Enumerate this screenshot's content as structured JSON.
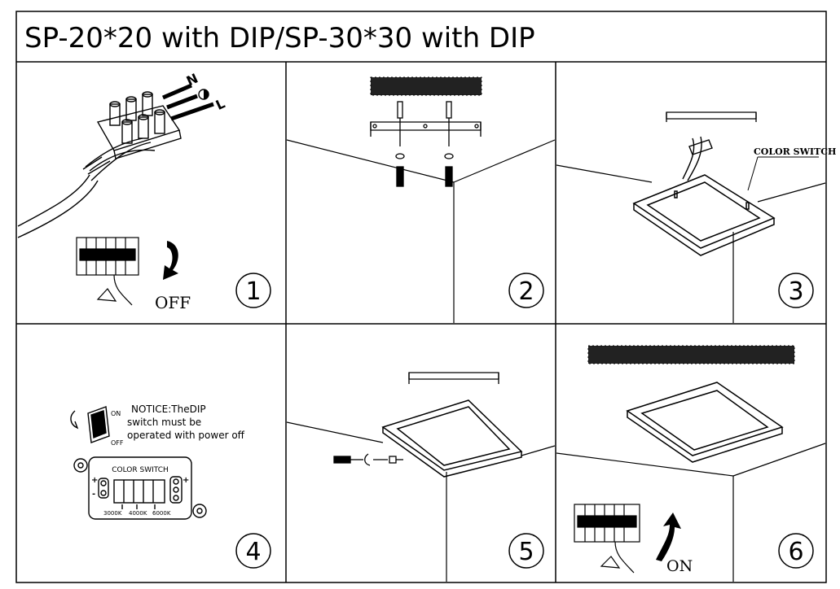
{
  "title": "SP-20*20 with DIP/SP-30*30 with DIP",
  "panels": [
    {
      "number": "1",
      "labels": {
        "wire_n": "N",
        "wire_l": "L",
        "action": "OFF"
      }
    },
    {
      "number": "2"
    },
    {
      "number": "3",
      "labels": {
        "callout": "COLOR SWITCH"
      }
    },
    {
      "number": "4",
      "labels": {
        "notice_line1": "NOTICE:TheDIP",
        "notice_line2": "switch  must be",
        "notice_line3": "operated with power off",
        "rocker_on": "ON",
        "rocker_off": "OFF",
        "box_title": "COLOR SWITCH",
        "temps": [
          "3000K",
          "4000K",
          "6000K"
        ],
        "plus": "+",
        "minus": "-"
      }
    },
    {
      "number": "5"
    },
    {
      "number": "6",
      "labels": {
        "action": "ON"
      }
    }
  ],
  "colors": {
    "line": "#000000",
    "background": "#ffffff",
    "speckle": "#222222"
  }
}
